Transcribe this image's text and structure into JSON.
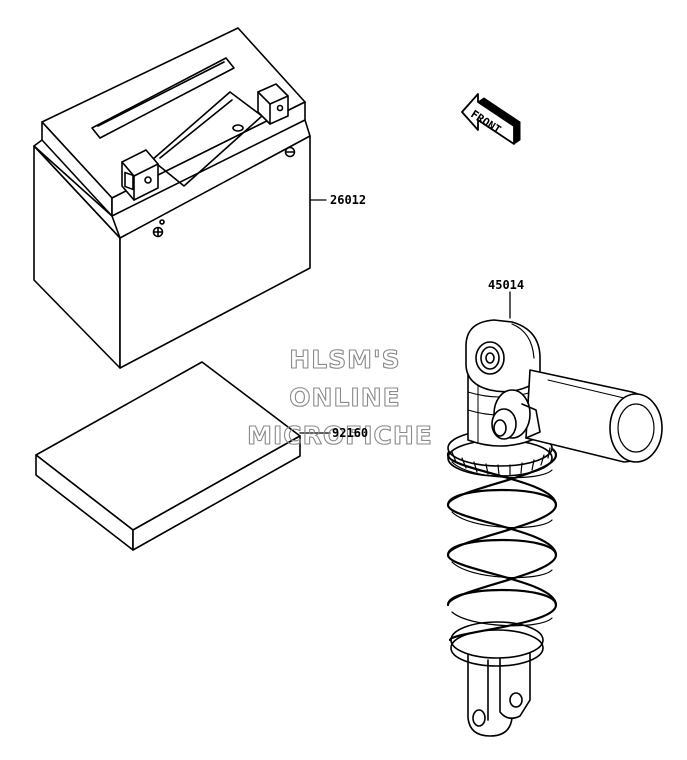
{
  "watermark": {
    "line1": "HLSM'S",
    "line2": "ONLINE",
    "line3": "MICROFICHE"
  },
  "direction_indicator": {
    "text": "FRONT"
  },
  "parts": [
    {
      "number": "26012",
      "part": "battery"
    },
    {
      "number": "92160",
      "part": "battery-pad"
    },
    {
      "number": "45014",
      "part": "rear-shock-absorber"
    }
  ],
  "colors": {
    "line": "#000000",
    "watermark": "#8a8a8a",
    "background": "#ffffff"
  }
}
